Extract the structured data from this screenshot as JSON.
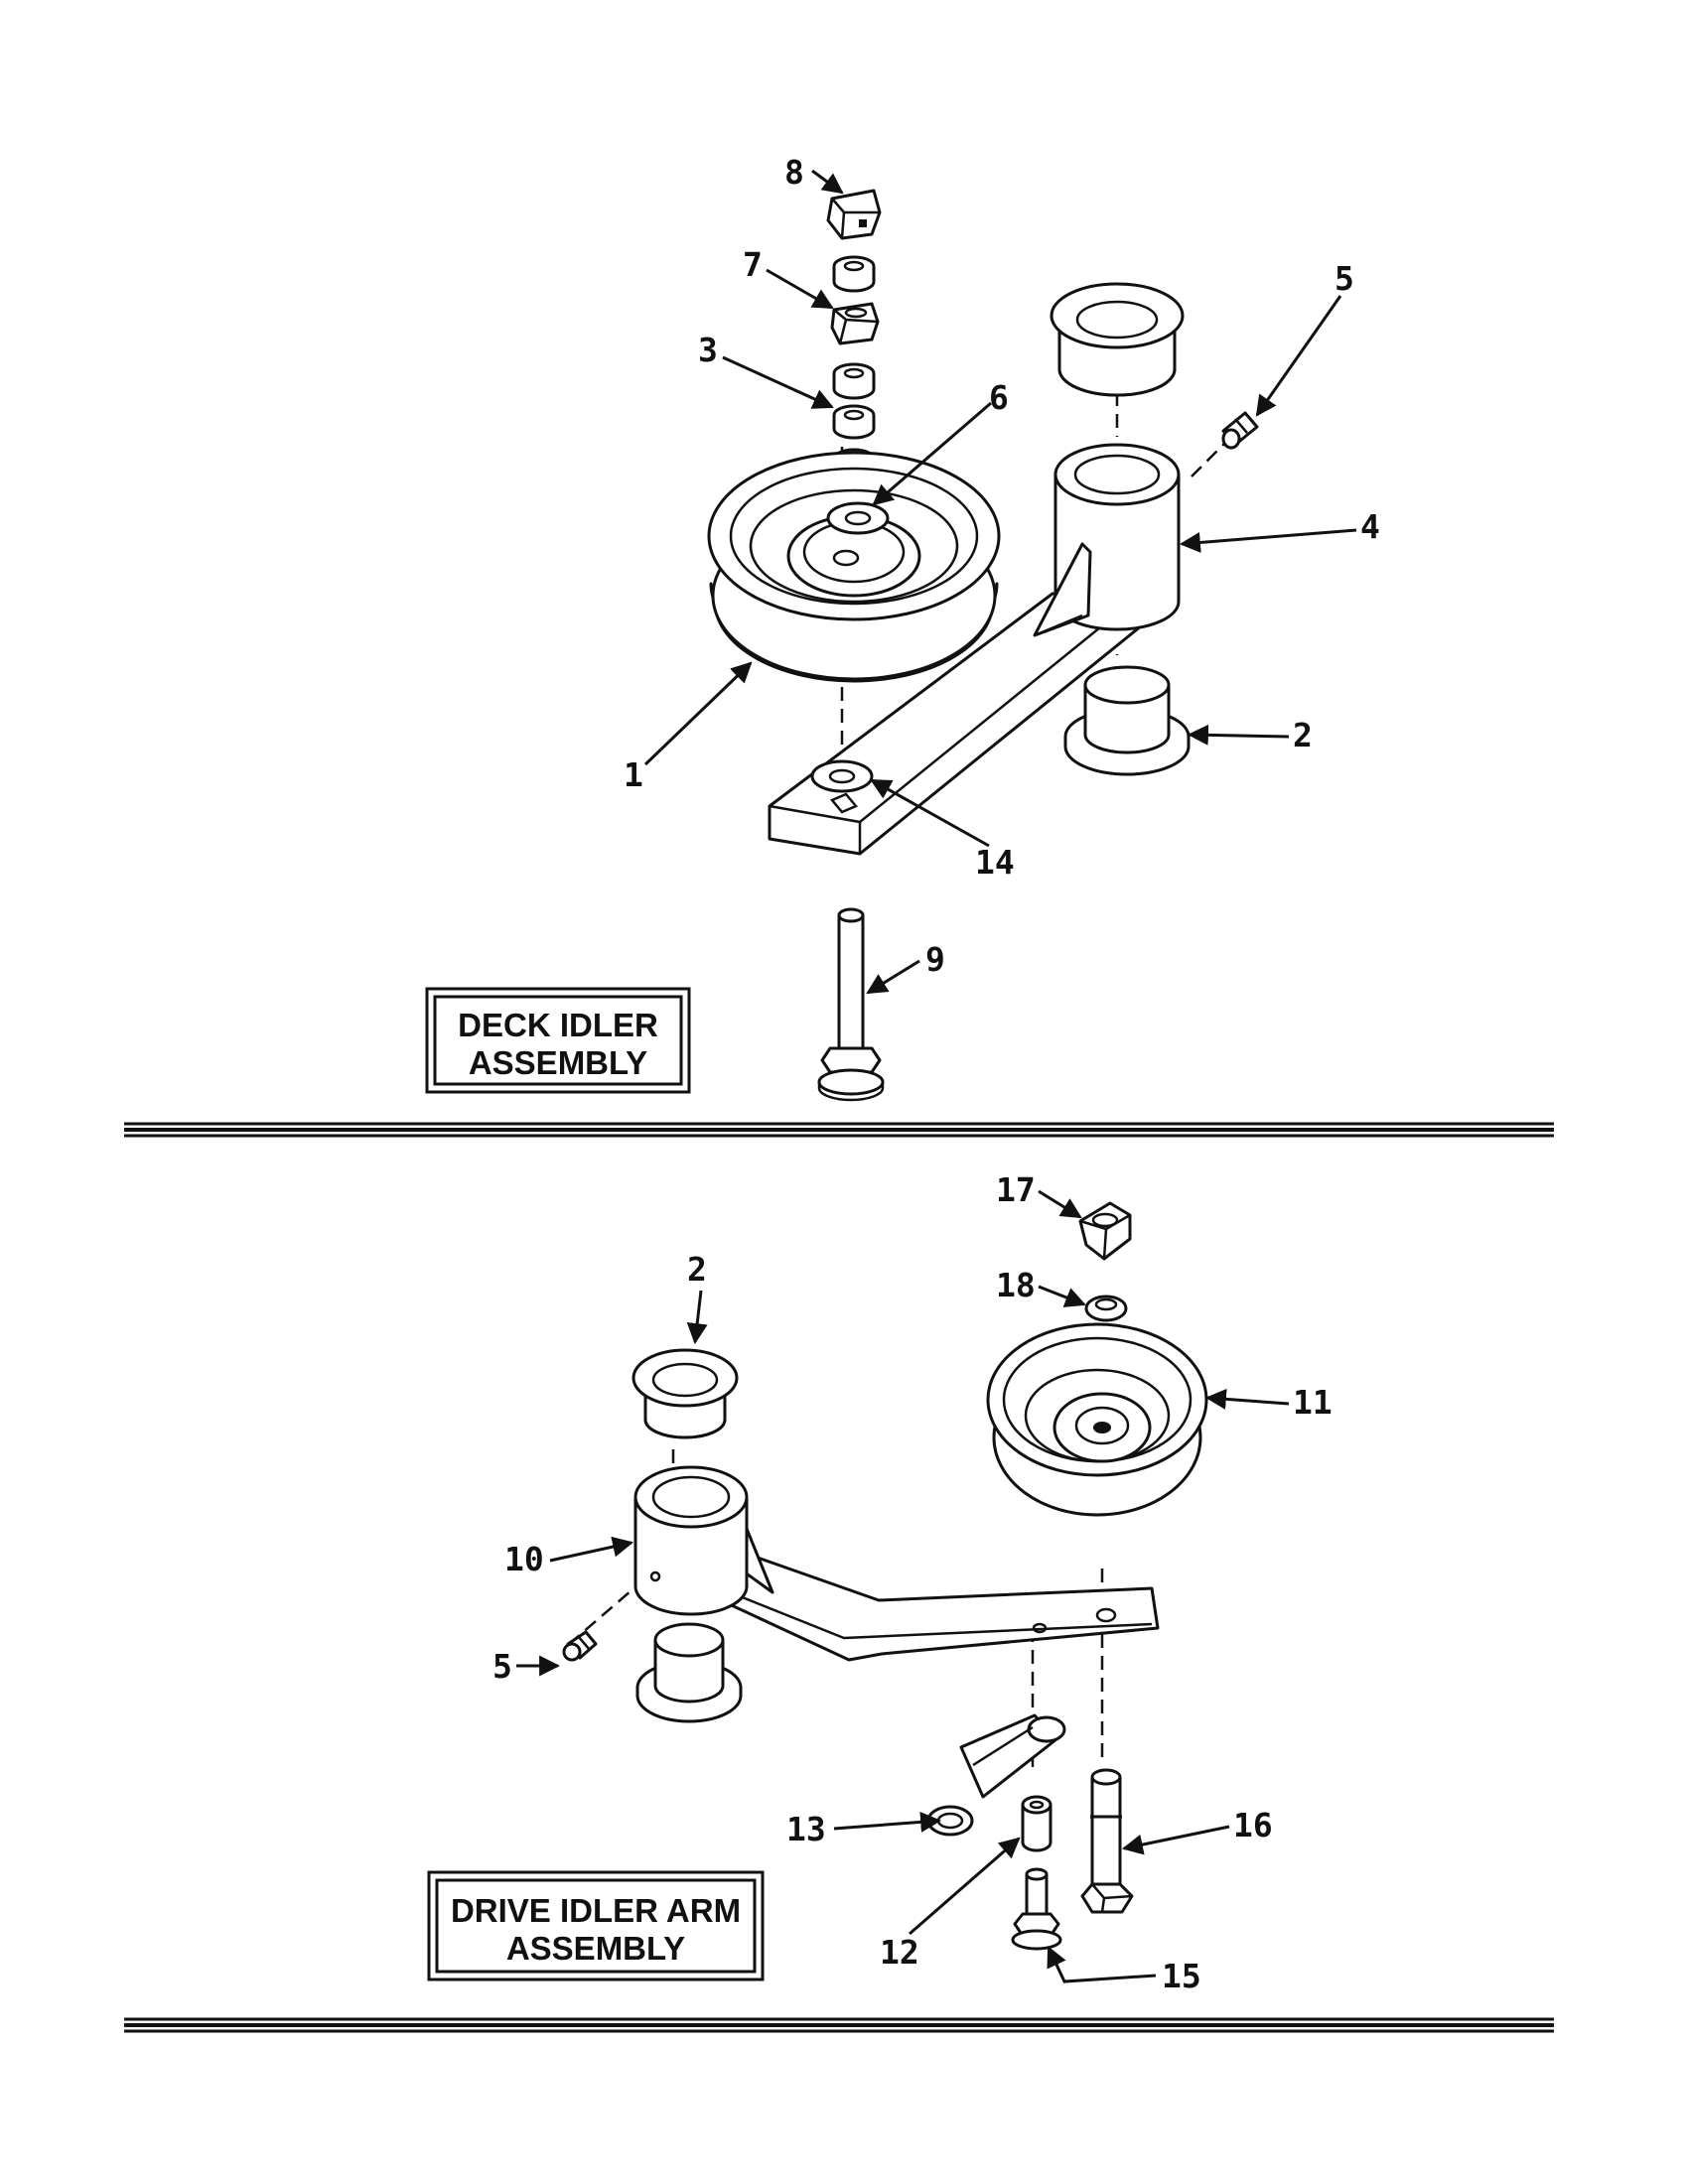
{
  "sections": [
    {
      "title_lines": [
        "DECK IDLER",
        "ASSEMBLY"
      ],
      "callouts": [
        "1",
        "2",
        "3",
        "4",
        "5",
        "6",
        "7",
        "8",
        "9",
        "14"
      ]
    },
    {
      "title_lines": [
        "DRIVE IDLER ARM",
        "ASSEMBLY"
      ],
      "callouts": [
        "2",
        "5",
        "10",
        "11",
        "12",
        "13",
        "15",
        "16",
        "17",
        "18"
      ]
    }
  ]
}
